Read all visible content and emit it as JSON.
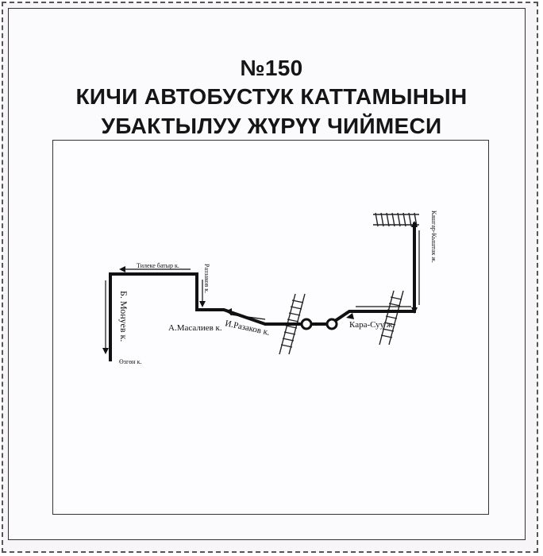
{
  "title": {
    "number": "№150",
    "line1": "КИЧИ АВТОБУСТУК КАТТАМЫНЫН",
    "line2": "УБАКТЫЛУУ ЖҮРҮҮ ЧИЙМЕСИ"
  },
  "streets": {
    "tileke_batyr": "Тилеке батыр к.",
    "razzakov_v": "Раззаков к.",
    "monuev": "Б. Монуев к.",
    "ozgon": "Өзгөн к.",
    "masaliev": "А.Масалиев к.",
    "razakov": "И.Разаков к.",
    "kara_suu": "Кара-Суу ж.",
    "kashgar": "Кашгар-Кыштак ж."
  },
  "colors": {
    "route": "#111111",
    "background": "#fbfafc"
  }
}
